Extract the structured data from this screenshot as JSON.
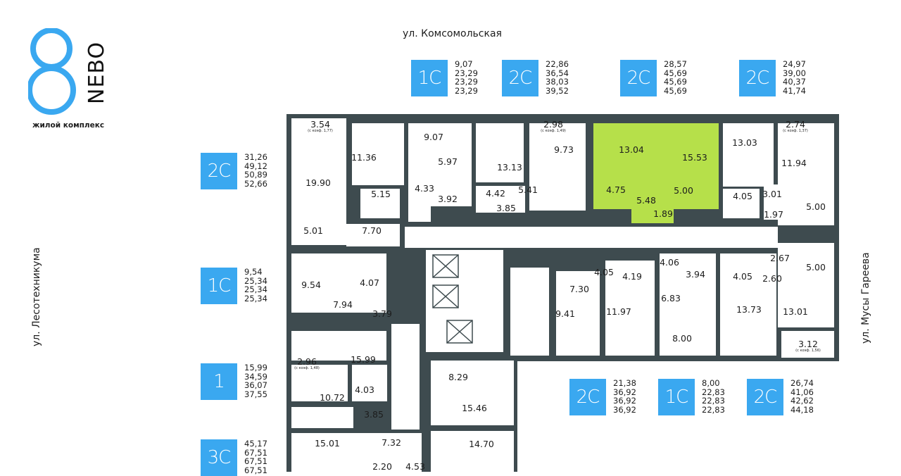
{
  "logo": {
    "brand": "NEBO",
    "subtitle": "жилой комплекс",
    "color": "#3aa8f0"
  },
  "streets": {
    "top": "ул. Комсомольская",
    "left": "ул. Лесотехникума",
    "right": "ул. Мусы Гареева"
  },
  "colors": {
    "wall": "#3e4b4f",
    "badge": "#3aa8f0",
    "highlight": "#b6e04a"
  },
  "legends": [
    {
      "type": "1С",
      "areas": [
        "9,07",
        "23,29",
        "23,29",
        "23,29"
      ]
    },
    {
      "type": "2С",
      "areas": [
        "22,86",
        "36,54",
        "38,03",
        "39,52"
      ]
    },
    {
      "type": "2С",
      "areas": [
        "28,57",
        "45,69",
        "45,69",
        "45,69"
      ]
    },
    {
      "type": "2С",
      "areas": [
        "24,97",
        "39,00",
        "40,37",
        "41,74"
      ]
    },
    {
      "type": "2С",
      "areas": [
        "31,26",
        "49,12",
        "50,89",
        "52,66"
      ]
    },
    {
      "type": "1С",
      "areas": [
        "9,54",
        "25,34",
        "25,34",
        "25,34"
      ]
    },
    {
      "type": "1",
      "areas": [
        "15,99",
        "34,59",
        "36,07",
        "37,55"
      ]
    },
    {
      "type": "3С",
      "areas": [
        "45,17",
        "67,51",
        "67,51",
        "67,51"
      ]
    },
    {
      "type": "2С",
      "areas": [
        "21,38",
        "36,92",
        "36,92",
        "36,92"
      ]
    },
    {
      "type": "1С",
      "areas": [
        "8,00",
        "22,83",
        "22,83",
        "22,83"
      ]
    },
    {
      "type": "2С",
      "areas": [
        "26,74",
        "41,06",
        "42,62",
        "44,18"
      ]
    }
  ],
  "rooms": [
    {
      "area": "3.54",
      "note": "(с коэф. 1,77)"
    },
    {
      "area": "11.36"
    },
    {
      "area": "9.07"
    },
    {
      "area": "5.97"
    },
    {
      "area": "13.13"
    },
    {
      "area": "2.98",
      "note": "(с коэф. 1,49)"
    },
    {
      "area": "9.73"
    },
    {
      "area": "13.04"
    },
    {
      "area": "15.53"
    },
    {
      "area": "13.03"
    },
    {
      "area": "2.74",
      "note": "(с коэф. 1,37)"
    },
    {
      "area": "11.94"
    },
    {
      "area": "19.90"
    },
    {
      "area": "5.15"
    },
    {
      "area": "4.33"
    },
    {
      "area": "3.92"
    },
    {
      "area": "4.42"
    },
    {
      "area": "5.41"
    },
    {
      "area": "4.75"
    },
    {
      "area": "5.48"
    },
    {
      "area": "5.00"
    },
    {
      "area": "4.05"
    },
    {
      "area": "3.01"
    },
    {
      "area": "5.00"
    },
    {
      "area": "3.85"
    },
    {
      "area": "1.89"
    },
    {
      "area": "1.97"
    },
    {
      "area": "5.01"
    },
    {
      "area": "7.70"
    },
    {
      "area": "2.67"
    },
    {
      "area": "5.00"
    },
    {
      "area": "4.05"
    },
    {
      "area": "4.19"
    },
    {
      "area": "4.06"
    },
    {
      "area": "3.94"
    },
    {
      "area": "4.05"
    },
    {
      "area": "2.60"
    },
    {
      "area": "9.54"
    },
    {
      "area": "4.07"
    },
    {
      "area": "7.30"
    },
    {
      "area": "7.94"
    },
    {
      "area": "3.79"
    },
    {
      "area": "6.83"
    },
    {
      "area": "13.73"
    },
    {
      "area": "9.41"
    },
    {
      "area": "11.97"
    },
    {
      "area": "13.01"
    },
    {
      "area": "8.00"
    },
    {
      "area": "3.12",
      "note": "(с коэф. 1,56)"
    },
    {
      "area": "2.96",
      "note": "(с коэф. 1,48)"
    },
    {
      "area": "15.99"
    },
    {
      "area": "8.29"
    },
    {
      "area": "4.03"
    },
    {
      "area": "10.72"
    },
    {
      "area": "15.46"
    },
    {
      "area": "3.85"
    },
    {
      "area": "15.01"
    },
    {
      "area": "7.32"
    },
    {
      "area": "14.70"
    },
    {
      "area": "2.20"
    },
    {
      "area": "4.53"
    }
  ]
}
